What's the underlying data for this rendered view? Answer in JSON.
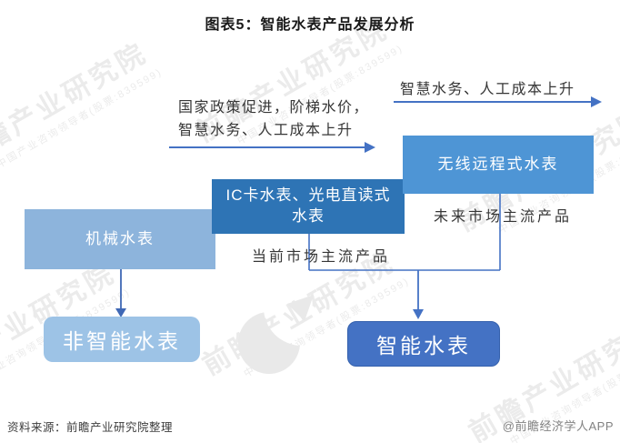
{
  "title": "图表5：智能水表产品发展分析",
  "watermark": {
    "main": "前瞻产业研究院",
    "sub": "中国产业咨询领导者(股票:839599)"
  },
  "stages": {
    "mechanical": {
      "label": "机械水表"
    },
    "ic": {
      "label": "IC卡水表、光电直读式水表"
    },
    "wireless": {
      "label": "无线远程式水表"
    }
  },
  "driver_arrows": {
    "mid_line1": "国家政策促进，阶梯水价，",
    "mid_line2": "智慧水务、人工成本上升",
    "top_label": "智慧水务、人工成本上升"
  },
  "annotations": {
    "current_mainstream": "当前市场主流产品",
    "future_mainstream": "未来市场主流产品"
  },
  "outcomes": {
    "non_smart": "非智能水表",
    "smart": "智能水表"
  },
  "footer": {
    "source": "资料来源：前瞻产业研究院整理",
    "credit": "@前瞻经济学人APP"
  },
  "colors": {
    "box_mechanical": "#8db4dc",
    "box_ic": "#2e74b5",
    "box_wireless": "#4e95d5",
    "box_non_smart": "#9dc3e6",
    "box_smart": "#4472c4",
    "arrow_line": "#4472c4",
    "label_text": "#363636",
    "watermark": "#ebebeb"
  }
}
